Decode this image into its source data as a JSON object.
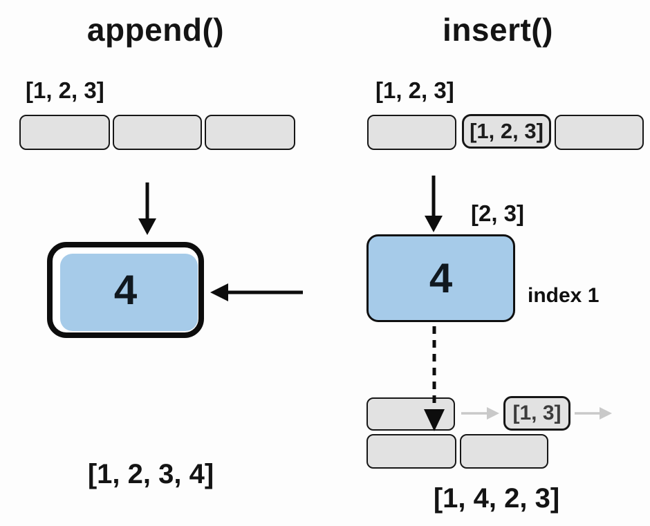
{
  "left": {
    "title": "append()",
    "input_label": "[1, 2, 3]",
    "value": "4",
    "result_label": "[1, 2, 3, 4]"
  },
  "right": {
    "title": "insert()",
    "input_label": "[1, 2, 3]",
    "middle_cell_label": "[1, 2, 3]",
    "rest_label": "[2, 3]",
    "value": "4",
    "index_label": "index 1",
    "shifted_cell_label": "[1, 3]",
    "result_label": "[1, 4, 2, 3]"
  },
  "icons": {
    "down_arrow": "arrow-down",
    "left_arrow": "arrow-left",
    "dashed_down_arrow": "arrow-down-dashed",
    "shift_right_arrow": "arrow-right"
  },
  "colors": {
    "blue": "#a6cbe9",
    "cell_gray": "#e2e2e2",
    "ink": "#141414",
    "light_arrow": "#c9c9c9",
    "bg": "#fdfdfd"
  }
}
